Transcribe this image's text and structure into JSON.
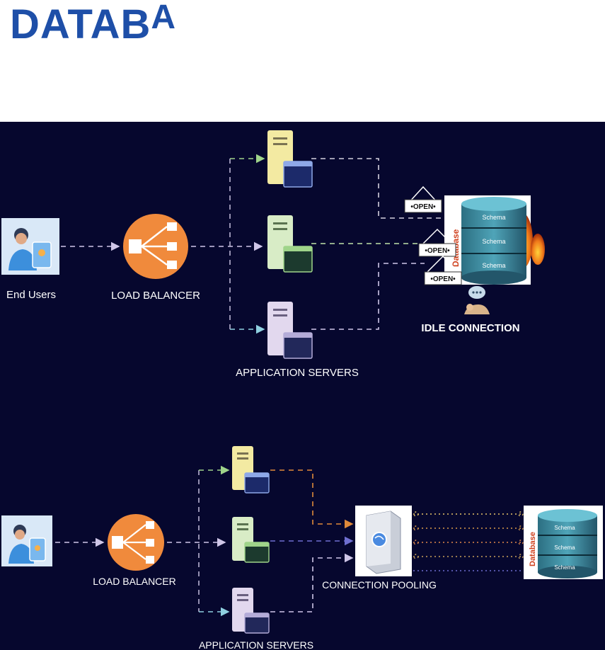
{
  "header": {
    "title_main": "DATAB",
    "title_sup": "A"
  },
  "top": {
    "end_users_label": "End Users",
    "load_balancer_label": "LOAD BALANCER",
    "app_servers_label": "APPLICATION SERVERS",
    "idle_label": "IDLE CONNECTION",
    "open_signs": [
      "•OPEN•",
      "•OPEN•",
      "•OPEN•"
    ],
    "db_label": "Database",
    "schemas": [
      "Schema",
      "Schema",
      "Schema"
    ]
  },
  "bottom": {
    "load_balancer_label": "LOAD BALANCER",
    "app_servers_label": "APPLICATION SERVERS",
    "pooling_label": "CONNECTION POOLING",
    "db_label": "Database",
    "schemas": [
      "Schema",
      "Schema",
      "Schema"
    ]
  },
  "colors": {
    "background": "#06072e",
    "title": "#1e4fa8",
    "load_balancer": "#f08a3c",
    "server_yellow": "#f3eaa2",
    "server_green": "#d8ecc6",
    "server_purple": "#e2d8ee",
    "db_teal": "#3f8ea0"
  }
}
